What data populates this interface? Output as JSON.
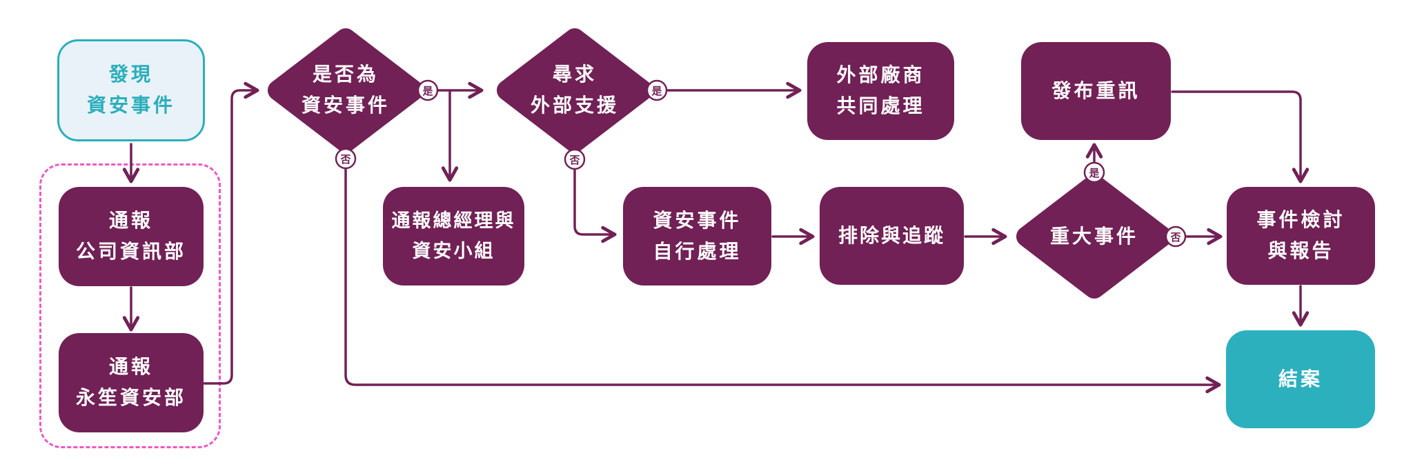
{
  "diagram": {
    "type": "flowchart",
    "language": "zh-TW",
    "colors": {
      "node_purple": "#712156",
      "accent_teal": "#2BAEBB",
      "start_fill": "#E9F2F9",
      "end_fill": "#2DB0BD",
      "group_dashed_pink": "#EE58C3",
      "connector": "#712156",
      "background": "#FFFFFF"
    },
    "nodes": {
      "start": {
        "label": "發現\n資安事件",
        "shape": "rounded-rect",
        "style": "teal-outline"
      },
      "notify_company_it": {
        "label": "通報\n公司資訊部",
        "shape": "rounded-rect",
        "style": "purple"
      },
      "notify_yongsheng_security": {
        "label": "通報\n永笙資安部",
        "shape": "rounded-rect",
        "style": "purple"
      },
      "decision_is_security_incident": {
        "label": "是否為\n資安事件",
        "shape": "diamond",
        "style": "purple"
      },
      "notify_gm_team": {
        "label": "通報總經理與\n資安小組",
        "shape": "rounded-rect",
        "style": "purple"
      },
      "decision_seek_external_support": {
        "label": "尋求\n外部支援",
        "shape": "diamond",
        "style": "purple"
      },
      "external_vendor_cohandle": {
        "label": "外部廠商\n共同處理",
        "shape": "rounded-rect",
        "style": "purple"
      },
      "self_handle_incident": {
        "label": "資安事件\n自行處理",
        "shape": "rounded-rect",
        "style": "purple"
      },
      "resolve_and_track": {
        "label": "排除與追蹤",
        "shape": "rounded-rect",
        "style": "purple"
      },
      "decision_major_incident": {
        "label": "重大事件",
        "shape": "diamond",
        "style": "purple"
      },
      "publish_material_news": {
        "label": "發布重訊",
        "shape": "rounded-rect",
        "style": "purple"
      },
      "incident_review_report": {
        "label": "事件檢討\n與報告",
        "shape": "rounded-rect",
        "style": "purple"
      },
      "case_closed": {
        "label": "結案",
        "shape": "rounded-rect",
        "style": "teal-fill"
      }
    },
    "branch_labels": {
      "yes": "是",
      "no": "否"
    },
    "edges": [
      {
        "from": "start",
        "to": "notify_company_it",
        "label": ""
      },
      {
        "from": "notify_company_it",
        "to": "notify_yongsheng_security",
        "label": ""
      },
      {
        "from": "notify_yongsheng_security",
        "to": "decision_is_security_incident",
        "label": ""
      },
      {
        "from": "decision_is_security_incident",
        "to": "decision_seek_external_support",
        "label": "是"
      },
      {
        "from": "decision_is_security_incident",
        "to": "notify_gm_team",
        "label": "是"
      },
      {
        "from": "decision_is_security_incident",
        "to": "case_closed",
        "label": "否"
      },
      {
        "from": "decision_seek_external_support",
        "to": "external_vendor_cohandle",
        "label": "是"
      },
      {
        "from": "decision_seek_external_support",
        "to": "self_handle_incident",
        "label": "否"
      },
      {
        "from": "self_handle_incident",
        "to": "resolve_and_track",
        "label": ""
      },
      {
        "from": "resolve_and_track",
        "to": "decision_major_incident",
        "label": ""
      },
      {
        "from": "decision_major_incident",
        "to": "publish_material_news",
        "label": "是"
      },
      {
        "from": "decision_major_incident",
        "to": "incident_review_report",
        "label": "否"
      },
      {
        "from": "publish_material_news",
        "to": "incident_review_report",
        "label": ""
      },
      {
        "from": "incident_review_report",
        "to": "case_closed",
        "label": ""
      }
    ]
  }
}
